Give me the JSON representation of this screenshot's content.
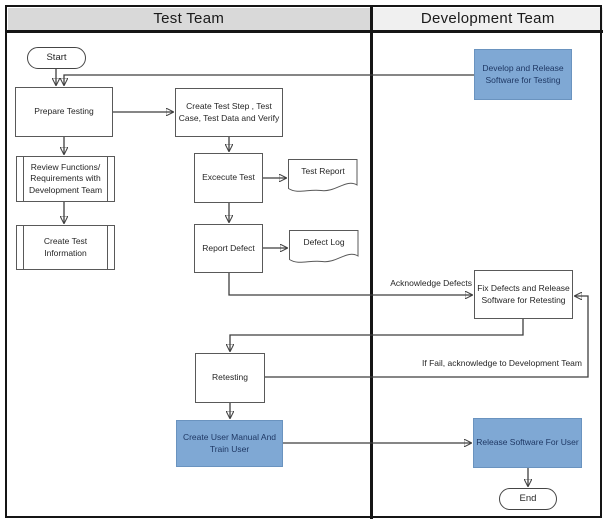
{
  "diagram": {
    "lanes": [
      {
        "title": "Test Team"
      },
      {
        "title": "Development Team"
      }
    ],
    "nodes": {
      "start": {
        "label": "Start",
        "type": "terminator"
      },
      "develop_release": {
        "label": "Develop and Release Software for Testing",
        "type": "process"
      },
      "prepare_testing": {
        "label": "Prepare Testing",
        "type": "process"
      },
      "create_test_step": {
        "label": "Create Test Step , Test Case, Test Data and Verify",
        "type": "process"
      },
      "review_functions": {
        "label": "Review Functions/ Requirements with Development Team",
        "type": "predefined-process"
      },
      "create_test_information": {
        "label": "Create Test Information",
        "type": "predefined-process"
      },
      "execute_test": {
        "label": "Excecute Test",
        "type": "process"
      },
      "test_report": {
        "label": "Test Report",
        "type": "document"
      },
      "report_defect": {
        "label": "Report Defect",
        "type": "process"
      },
      "defect_log": {
        "label": "Defect Log",
        "type": "document"
      },
      "fix_defects": {
        "label": "Fix Defects and Release Software for Retesting",
        "type": "process"
      },
      "retesting": {
        "label": "Retesting",
        "type": "process"
      },
      "create_user_manual": {
        "label": "Create User Manual And Train User",
        "type": "process"
      },
      "release_software": {
        "label": "Release Software For User",
        "type": "process"
      },
      "end": {
        "label": "End",
        "type": "terminator"
      }
    },
    "edge_labels": {
      "acknowledge_defects": "Acknowledge Defects",
      "if_fail": "If Fail, acknowledge to Development Team"
    },
    "colors": {
      "lane_header_left": "#d9d9d9",
      "lane_header_right": "#f0f0f0",
      "accent_blue": "#7fa8d4",
      "blue_text": "#1f3864",
      "shape_border": "#595959"
    }
  }
}
